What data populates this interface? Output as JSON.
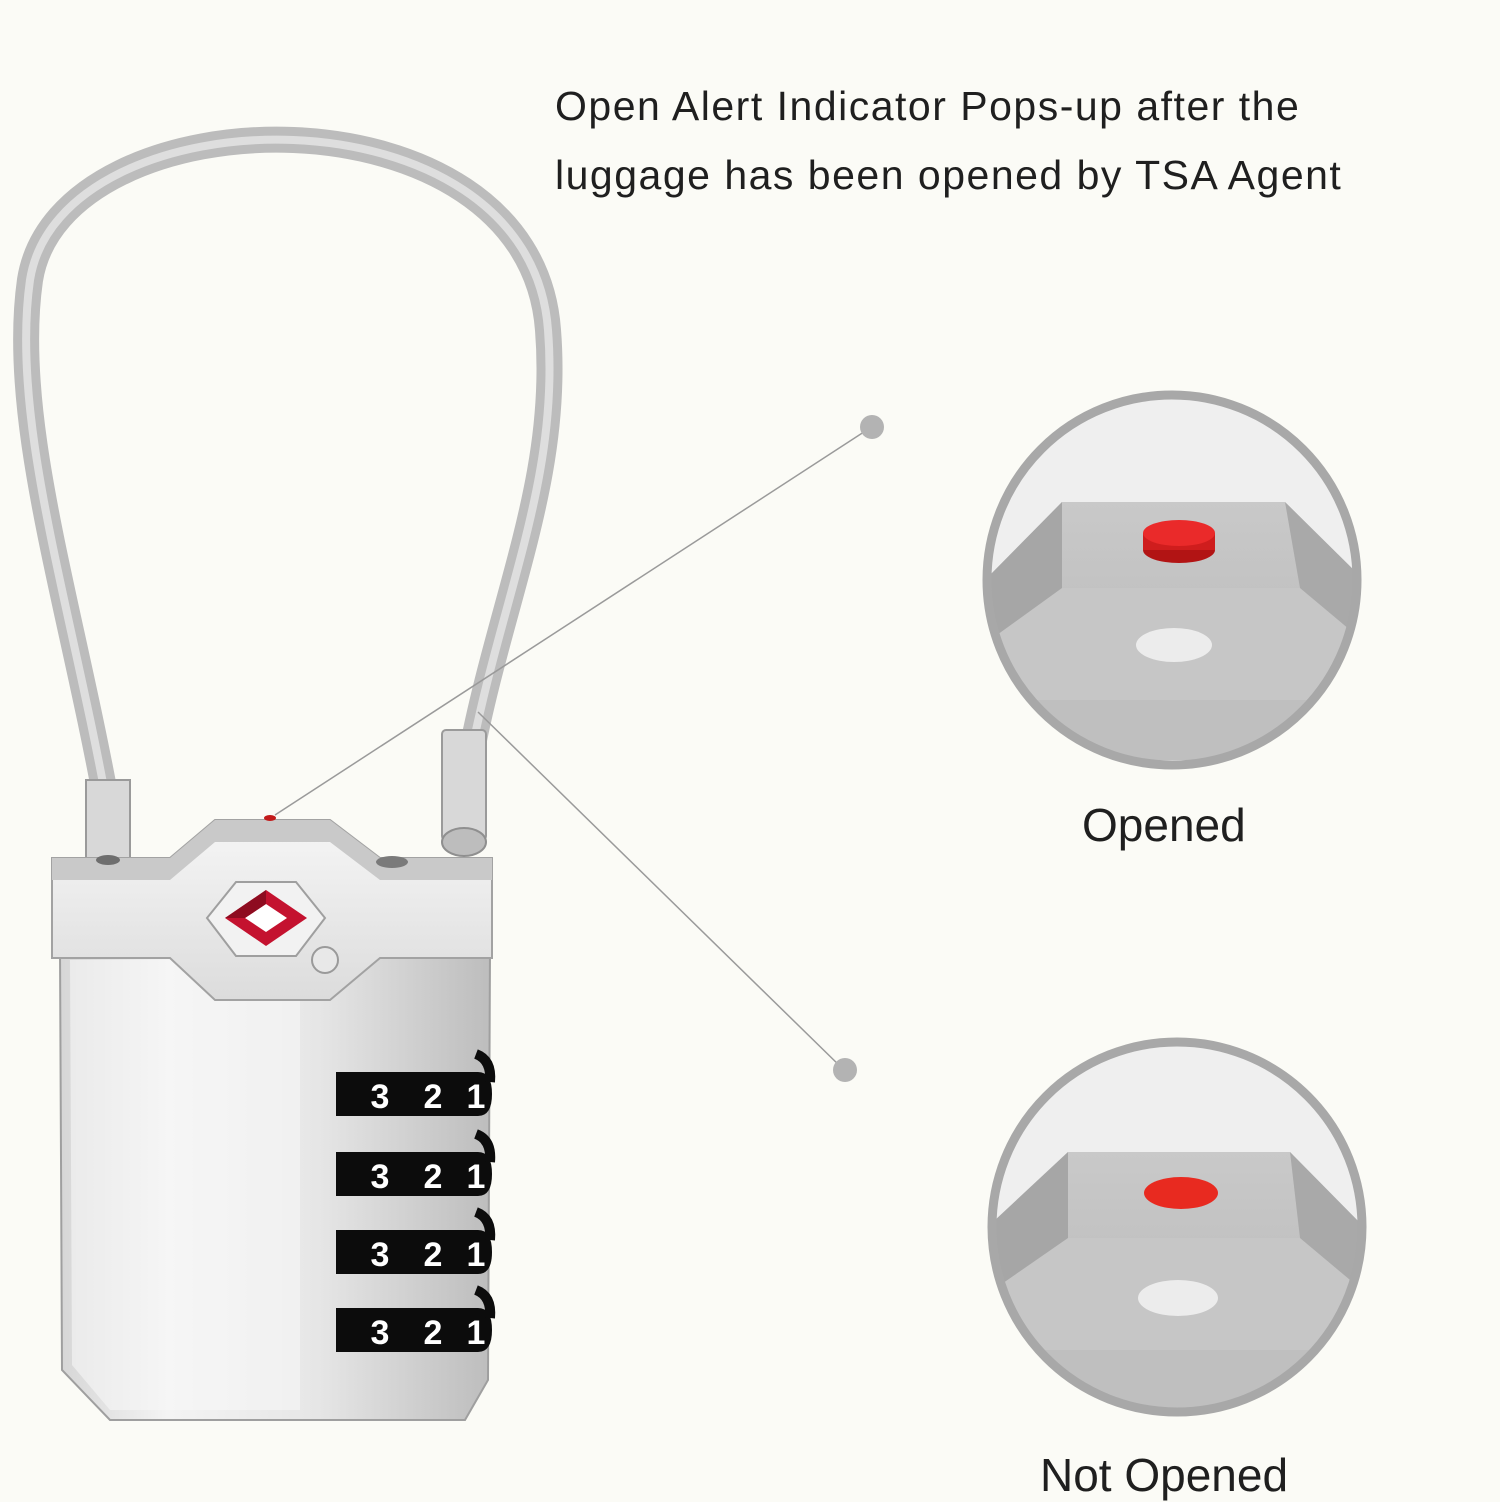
{
  "heading": {
    "line1": "Open Alert Indicator Pops-up after the",
    "line2": "luggage has been opened by TSA Agent"
  },
  "captions": {
    "opened": "Opened",
    "not_opened": "Not Opened"
  },
  "lock": {
    "dial_digits": [
      "3",
      "2",
      "1"
    ],
    "dial_count": 4,
    "logo_color": "#c4122f",
    "body_color": "#e4e4e4",
    "cable_color": "#c2c2c2"
  },
  "indicator": {
    "opened": {
      "button_state": "popped-up",
      "button_color": "#e32020"
    },
    "not_opened": {
      "button_state": "flush",
      "button_color": "#e82a20"
    }
  }
}
